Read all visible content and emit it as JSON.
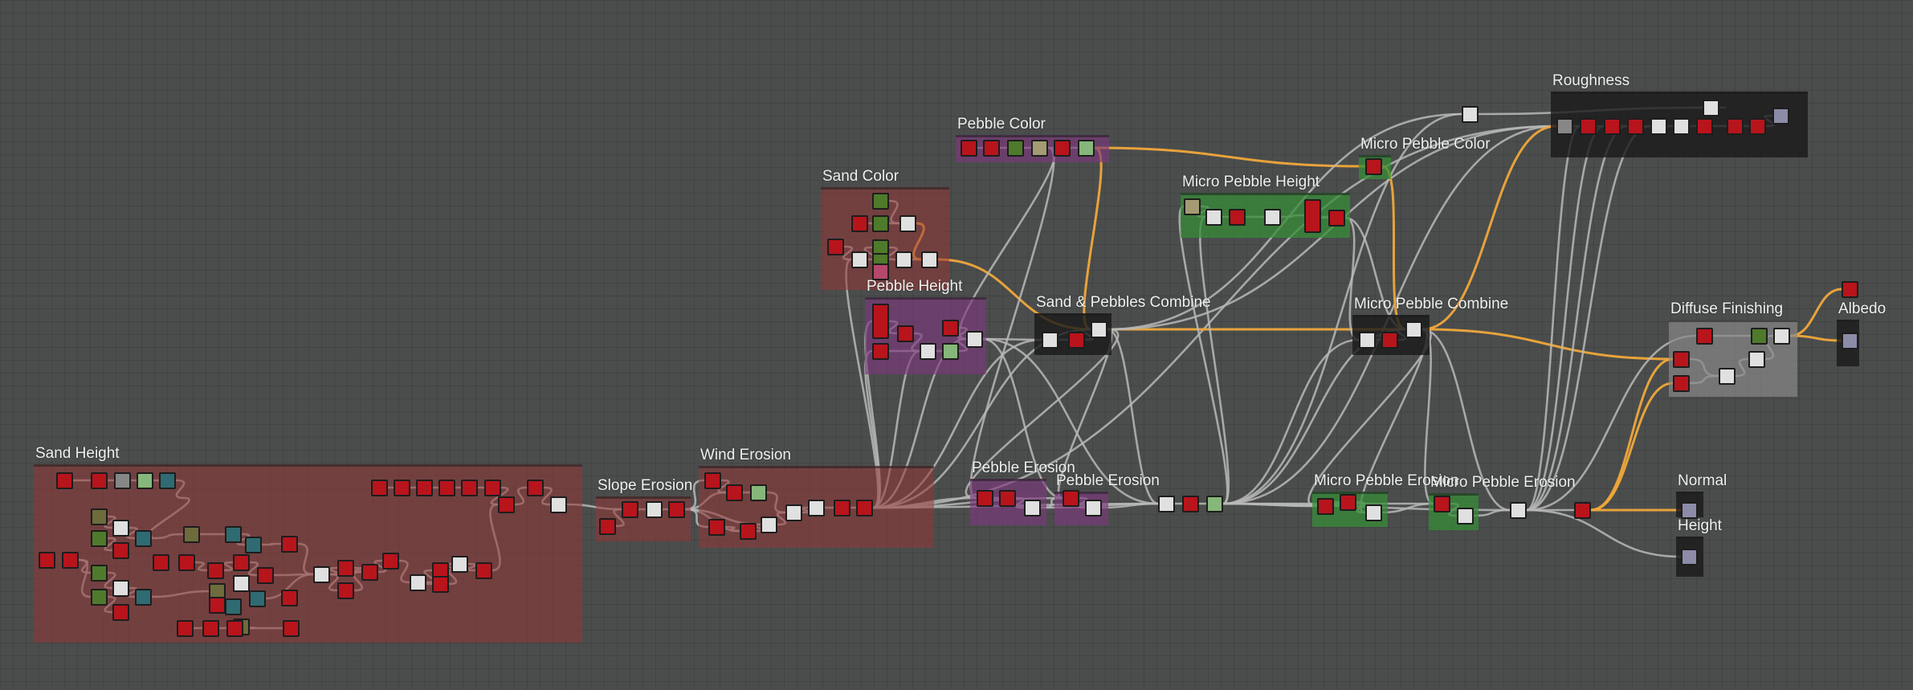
{
  "graph": {
    "frames": [
      {
        "id": "sand-height",
        "title": "Sand Height",
        "color": "rgba(150,55,55,0.55)"
      },
      {
        "id": "slope-erosion",
        "title": "Slope Erosion",
        "color": "rgba(150,55,55,0.55)"
      },
      {
        "id": "wind-erosion",
        "title": "Wind Erosion",
        "color": "rgba(150,55,55,0.55)"
      },
      {
        "id": "sand-color",
        "title": "Sand Color",
        "color": "rgba(150,55,55,0.55)"
      },
      {
        "id": "pebble-height",
        "title": "Pebble Height",
        "color": "rgba(125,55,125,0.65)"
      },
      {
        "id": "pebble-color",
        "title": "Pebble Color",
        "color": "rgba(125,55,125,0.65)"
      },
      {
        "id": "sand-pebbles-combine",
        "title": "Sand & Pebbles Combine",
        "color": "rgba(25,25,25,0.8)"
      },
      {
        "id": "pebble-erosion-1",
        "title": "Pebble Erosion",
        "color": "rgba(125,55,125,0.65)"
      },
      {
        "id": "pebble-erosion-2",
        "title": "Pebble Erosion",
        "color": "rgba(125,55,125,0.65)"
      },
      {
        "id": "micro-pebble-height",
        "title": "Micro Pebble Height",
        "color": "rgba(55,140,55,0.75)"
      },
      {
        "id": "micro-pebble-color",
        "title": "Micro Pebble Color",
        "color": "rgba(55,140,55,0.75)"
      },
      {
        "id": "micro-pebble-combine",
        "title": "Micro Pebble Combine",
        "color": "rgba(25,25,25,0.8)"
      },
      {
        "id": "micro-pebble-erosion-1",
        "title": "Micro Pebble Erosion",
        "color": "rgba(55,140,55,0.75)"
      },
      {
        "id": "micro-pebble-erosion-2",
        "title": "Micro Pebble Erosion",
        "color": "rgba(55,140,55,0.75)"
      },
      {
        "id": "roughness",
        "title": "Roughness",
        "color": "rgba(25,25,25,0.8)"
      },
      {
        "id": "diffuse-finishing",
        "title": "Diffuse Finishing",
        "color": "rgba(135,135,135,0.7)"
      },
      {
        "id": "albedo",
        "title": "Albedo",
        "color": "rgba(25,25,25,0.8)"
      },
      {
        "id": "normal",
        "title": "Normal",
        "color": "rgba(25,25,25,0.8)"
      },
      {
        "id": "height",
        "title": "Height",
        "color": "rgba(25,25,25,0.8)"
      }
    ],
    "colors": {
      "wire": "#b9b9b9",
      "wire_highlight": "#f0a83a",
      "background": "#4a4d4c"
    }
  }
}
